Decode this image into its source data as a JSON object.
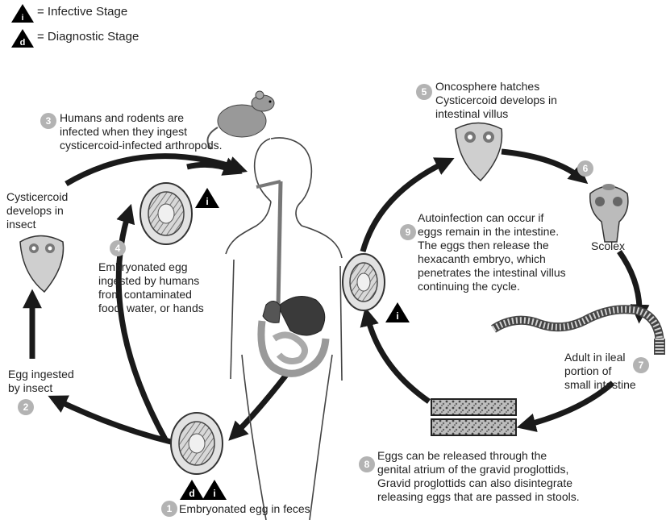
{
  "legend": {
    "infective_symbol": "i",
    "infective_label": "= Infective Stage",
    "diagnostic_symbol": "d",
    "diagnostic_label": "= Diagnostic Stage"
  },
  "stages": [
    {
      "number": "1",
      "text": [
        "Embryonated egg in feces"
      ]
    },
    {
      "number": "2",
      "text": [
        "Egg ingested",
        "by insect"
      ]
    },
    {
      "number": "3",
      "text": [
        "Humans and rodents are",
        "infected when they ingest",
        "cysticercoid-infected arthropods."
      ]
    },
    {
      "number": "4",
      "text": [
        "Embryonated egg",
        "ingested by humans",
        "from contaminated",
        "food, water, or hands"
      ]
    },
    {
      "number": "5",
      "text": [
        "Oncosphere hatches",
        "Cysticercoid develops in",
        "intestinal villus"
      ]
    },
    {
      "number": "6",
      "text": [
        "Scolex"
      ]
    },
    {
      "number": "7",
      "text": [
        "Adult in ileal",
        "portion of",
        "small intestine"
      ]
    },
    {
      "number": "8",
      "text": [
        "Eggs can be released through the",
        "genital atrium of the gravid proglottids,",
        "Gravid proglottids can also disintegrate",
        "releasing eggs that are passed in stools."
      ]
    },
    {
      "number": "9",
      "text": [
        "Autoinfection can occur if",
        "eggs remain in the intestine.",
        "The eggs then release the",
        "hexacanth embryo, which",
        "penetrates the intestinal villus",
        "continuing the cycle."
      ]
    }
  ],
  "insect_label": [
    "Cysticercoid",
    "develops in",
    "insect"
  ],
  "colors": {
    "arrow": "#1a1a1a",
    "badge": "#b3b3b3",
    "marker": "#000000"
  }
}
